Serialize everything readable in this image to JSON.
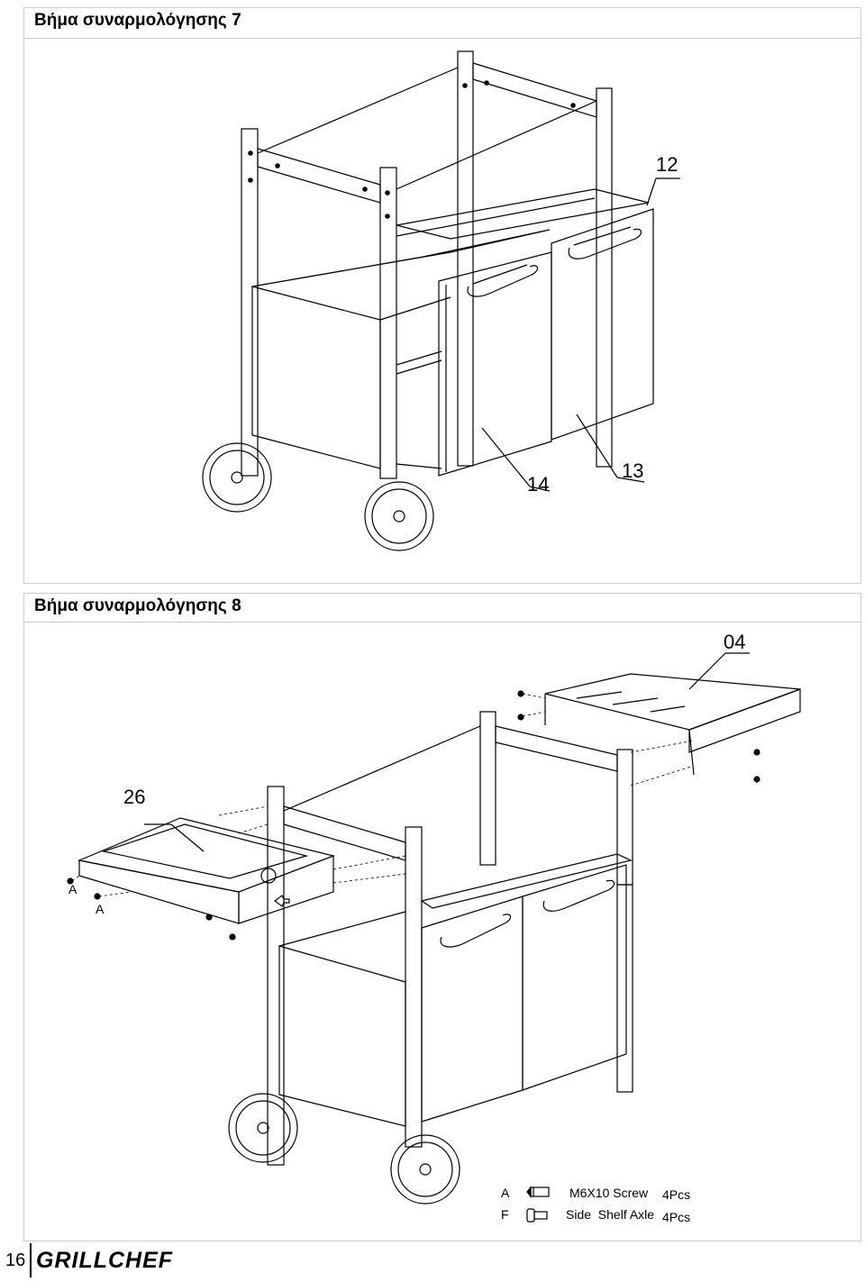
{
  "steps": [
    {
      "title": "Βήμα συναρμολόγησης 7",
      "callouts": [
        "12",
        "13",
        "14"
      ]
    },
    {
      "title": "Βήμα συναρμολόγησης 8",
      "callouts": [
        "04",
        "26"
      ],
      "letters": [
        "A",
        "A"
      ]
    }
  ],
  "legend": {
    "rows": [
      {
        "code": "A",
        "name": "M6X10 Screw",
        "qty": "4Pcs"
      },
      {
        "code": "F",
        "name": "Side  Shelf Axle",
        "qty": "4Pcs"
      }
    ]
  },
  "footer": {
    "page_number": "16",
    "brand": "GRILLCHEF"
  }
}
